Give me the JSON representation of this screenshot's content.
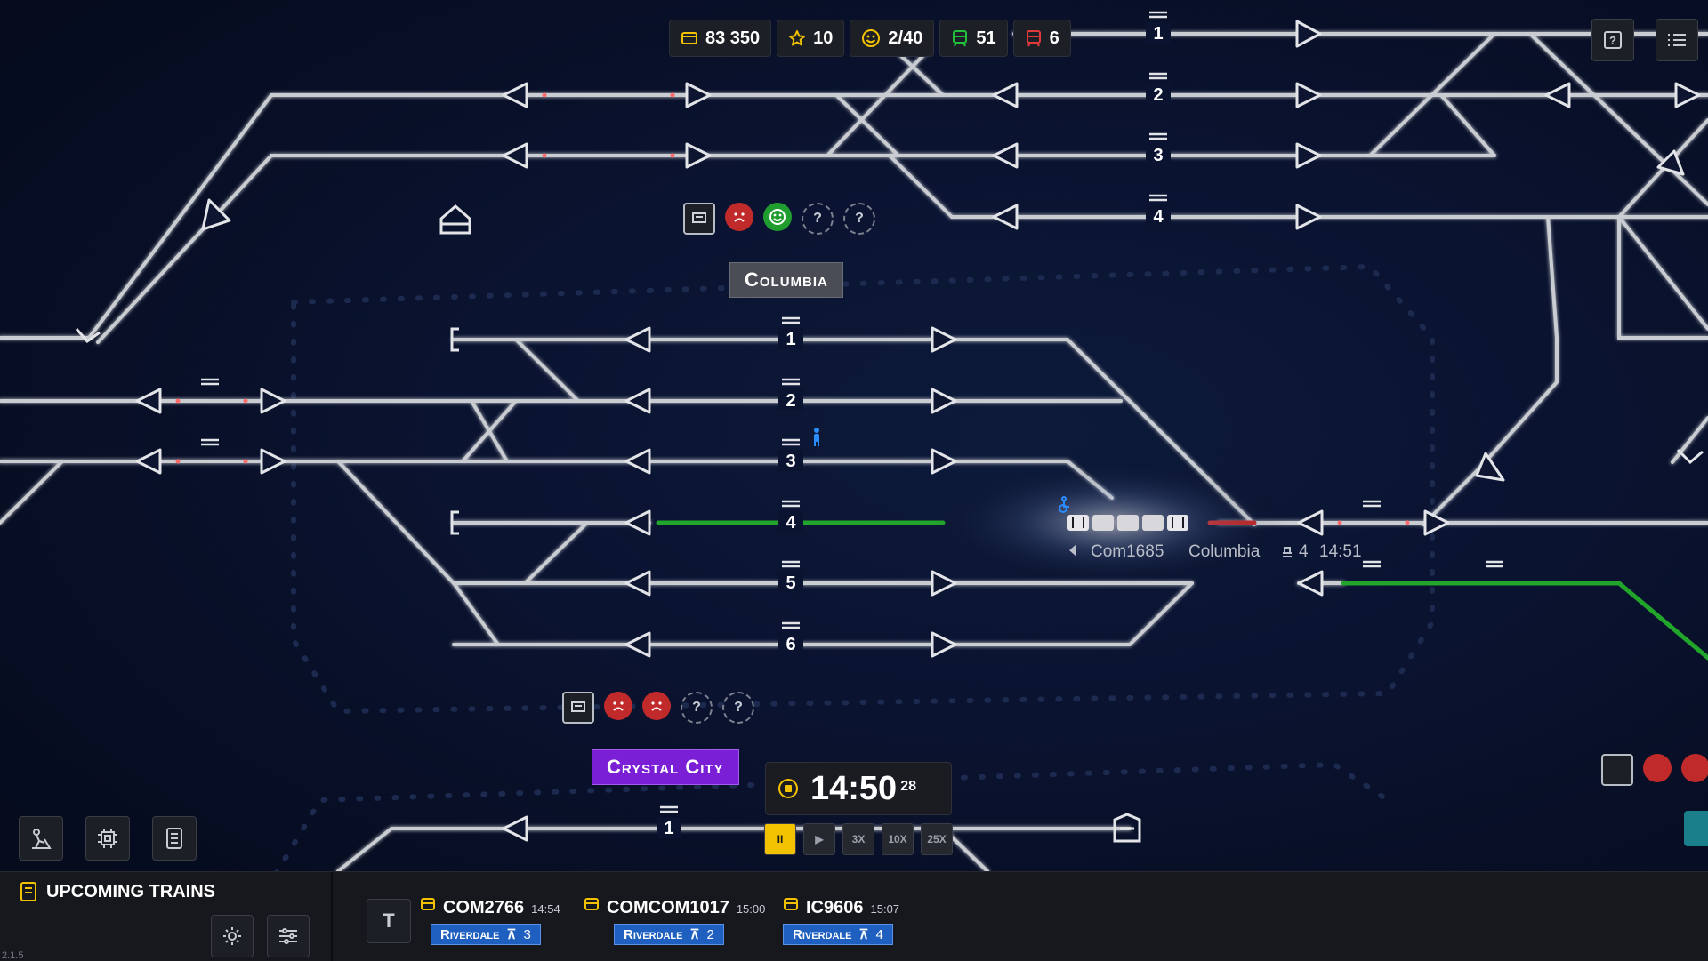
{
  "hud": {
    "money": "83 350",
    "stars": "10",
    "happiness": "2/40",
    "trains_ok": "51",
    "trains_late": "6"
  },
  "colors": {
    "track": "#c9ccd1",
    "track_glow": "#ffffff",
    "signal_green": "#22a52b",
    "signal_red": "#c12a2a",
    "columbia_label_bg": "#4a4d55",
    "crystal_label_bg": "#7a1fd6",
    "accent_yellow": "#f2c200",
    "dest_blue": "#1e5fbf",
    "walk_blue": "#2a8cff"
  },
  "stations": {
    "columbia": {
      "name": "Columbia",
      "moods": [
        "info-icon",
        "sad-icon",
        "happy-icon",
        "unknown-icon",
        "unknown-icon"
      ]
    },
    "crystal_city": {
      "name": "Crystal City",
      "moods": [
        "info-icon",
        "sad-icon",
        "sad-icon",
        "unknown-icon",
        "unknown-icon"
      ]
    }
  },
  "platforms": {
    "top": [
      "1",
      "2",
      "3",
      "4"
    ],
    "columbia": [
      "1",
      "2",
      "3",
      "4",
      "5",
      "6"
    ],
    "crystal_city": [
      "1"
    ]
  },
  "train_on_map": {
    "id": "Com1685",
    "destination": "Columbia",
    "platform": "4",
    "time": "14:51"
  },
  "clock": {
    "time": "14:50",
    "seconds": "28"
  },
  "speed_controls": [
    "II",
    "▶",
    "3X",
    "10X",
    "25X"
  ],
  "upcoming": {
    "title": "UPCOMING TRAINS",
    "trains": [
      {
        "id": "COM2766",
        "time": "14:54",
        "destination": "Riverdale",
        "platform": "3"
      },
      {
        "id": "COMCOM1017",
        "time": "15:00",
        "destination": "Riverdale",
        "platform": "2"
      },
      {
        "id": "IC9606",
        "time": "15:07",
        "destination": "Riverdale",
        "platform": "4"
      }
    ]
  },
  "version": "2.1.5"
}
